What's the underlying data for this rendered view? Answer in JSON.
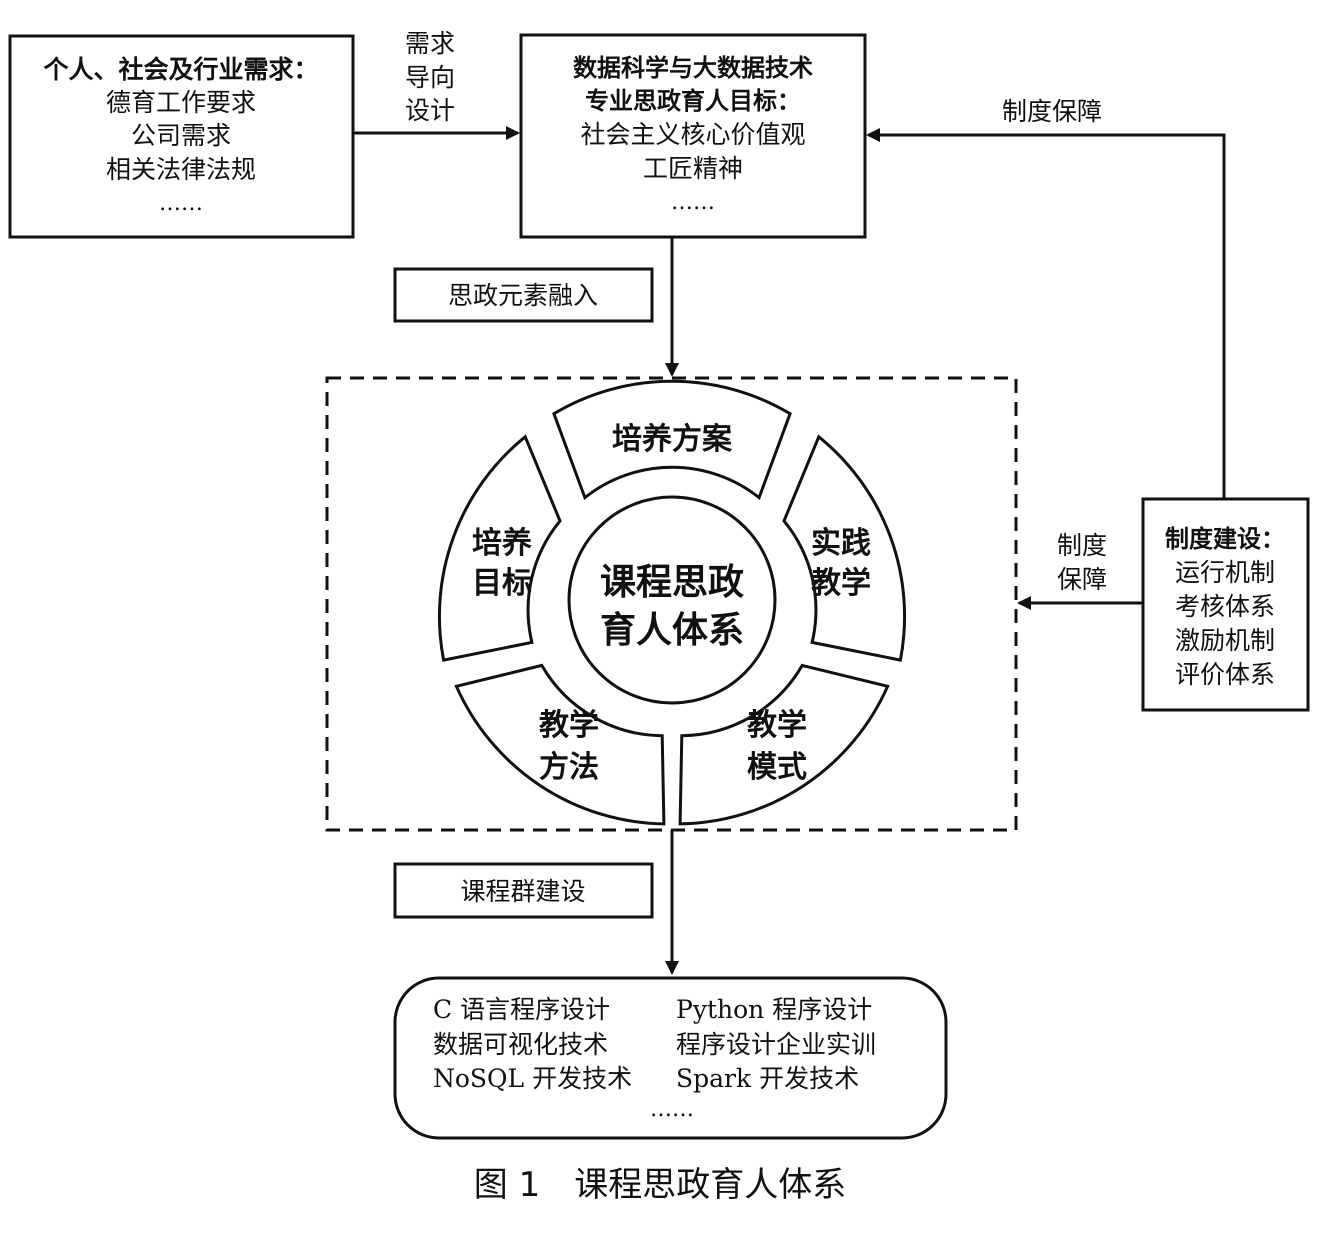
{
  "demand_box": {
    "title": "个人、社会及行业需求：",
    "lines": [
      "德育工作要求",
      "公司需求",
      "相关法律法规",
      "……"
    ]
  },
  "demand_arrow_label": [
    "需求",
    "导向",
    "设计"
  ],
  "goal_box": {
    "title_lines": [
      "数据科学与大数据技术",
      "专业思政育人目标："
    ],
    "lines": [
      "社会主义核心价值观",
      "工匠精神",
      "……"
    ]
  },
  "top_guarantee_label": "制度保障",
  "integrate_label": "思政元素融入",
  "center_label": [
    "课程思政",
    "育人体系"
  ],
  "sectors": {
    "top": [
      "培养方案"
    ],
    "right": [
      "实践",
      "教学"
    ],
    "bottom_right": [
      "教学",
      "模式"
    ],
    "bottom_left": [
      "教学",
      "方法"
    ],
    "left": [
      "培养",
      "目标"
    ]
  },
  "system_box": {
    "title": "制度建设：",
    "lines": [
      "运行机制",
      "考核体系",
      "激励机制",
      "评价体系"
    ]
  },
  "side_guarantee_label": [
    "制度",
    "保障"
  ],
  "course_group_label": "课程群建设",
  "courses_box": {
    "rows": [
      [
        "C 语言程序设计",
        "Python 程序设计"
      ],
      [
        "数据可视化技术",
        "程序设计企业实训"
      ],
      [
        "NoSQL 开发技术",
        "Spark 开发技术"
      ]
    ],
    "ellipsis": "……"
  },
  "caption": "图 1　课程思政育人体系"
}
